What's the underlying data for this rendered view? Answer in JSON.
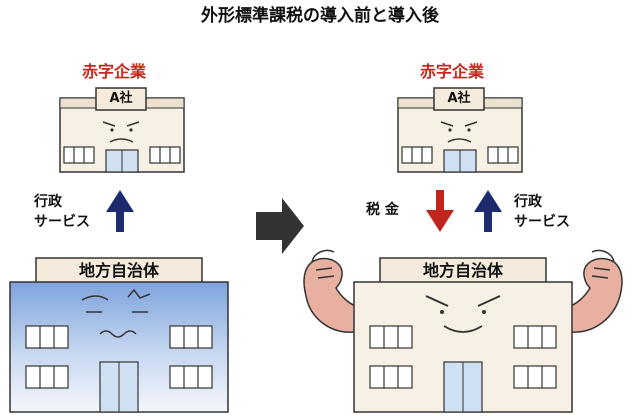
{
  "title": "外形標準課税の導入前と導入後",
  "before": {
    "company_heading": "赤字企業",
    "company_sign": "A社",
    "service_label_line1": "行政",
    "service_label_line2": "サービス",
    "government_sign": "地方自治体"
  },
  "after": {
    "company_heading": "赤字企業",
    "company_sign": "A社",
    "tax_label": "税 金",
    "service_label_line1": "行政",
    "service_label_line2": "サービス",
    "government_sign": "地方自治体"
  },
  "colors": {
    "heading_red": "#c8281e",
    "arrow_blue": "#1e2a6e",
    "arrow_red": "#c0251d",
    "building_fill": "#f7f0e4",
    "sky_blue": "#8fb2e4",
    "transition_arrow": "#333333"
  }
}
